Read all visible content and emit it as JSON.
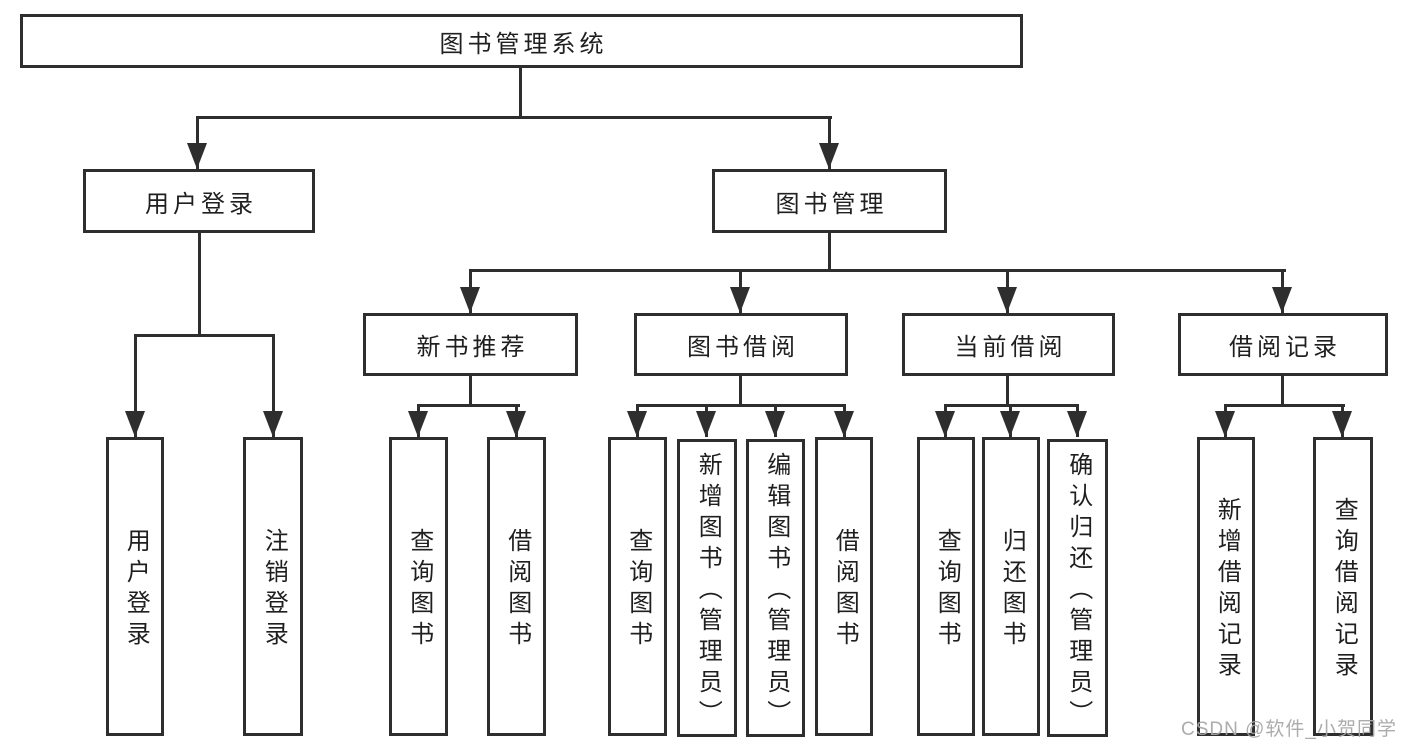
{
  "tree": {
    "root": {
      "label": "图书管理系统"
    },
    "login": {
      "label": "用户登录",
      "children": [
        {
          "label": "用户登录"
        },
        {
          "label": "注销登录"
        }
      ]
    },
    "management": {
      "label": "图书管理",
      "children": [
        {
          "label": "新书推荐",
          "children": [
            {
              "label": "查询图书"
            },
            {
              "label": "借阅图书"
            }
          ]
        },
        {
          "label": "图书借阅",
          "children": [
            {
              "label": "查询图书"
            },
            {
              "label": "新增图书（管理员）"
            },
            {
              "label": "编辑图书（管理员）"
            },
            {
              "label": "借阅图书"
            }
          ]
        },
        {
          "label": "当前借阅",
          "children": [
            {
              "label": "查询图书"
            },
            {
              "label": "归还图书"
            },
            {
              "label": "确认归还（管理员）"
            }
          ]
        },
        {
          "label": "借阅记录",
          "children": [
            {
              "label": "新增借阅记录"
            },
            {
              "label": "查询借阅记录"
            }
          ]
        }
      ]
    }
  },
  "watermark": {
    "text": "CSDN @软件_小贺同学"
  },
  "colors": {
    "line": "#2e2e2e",
    "box_border": "#2e2e2e",
    "box_fill": "#ffffff",
    "text": "#1f1f1f",
    "background": "#ffffff",
    "watermark": "#a8a8a8"
  }
}
